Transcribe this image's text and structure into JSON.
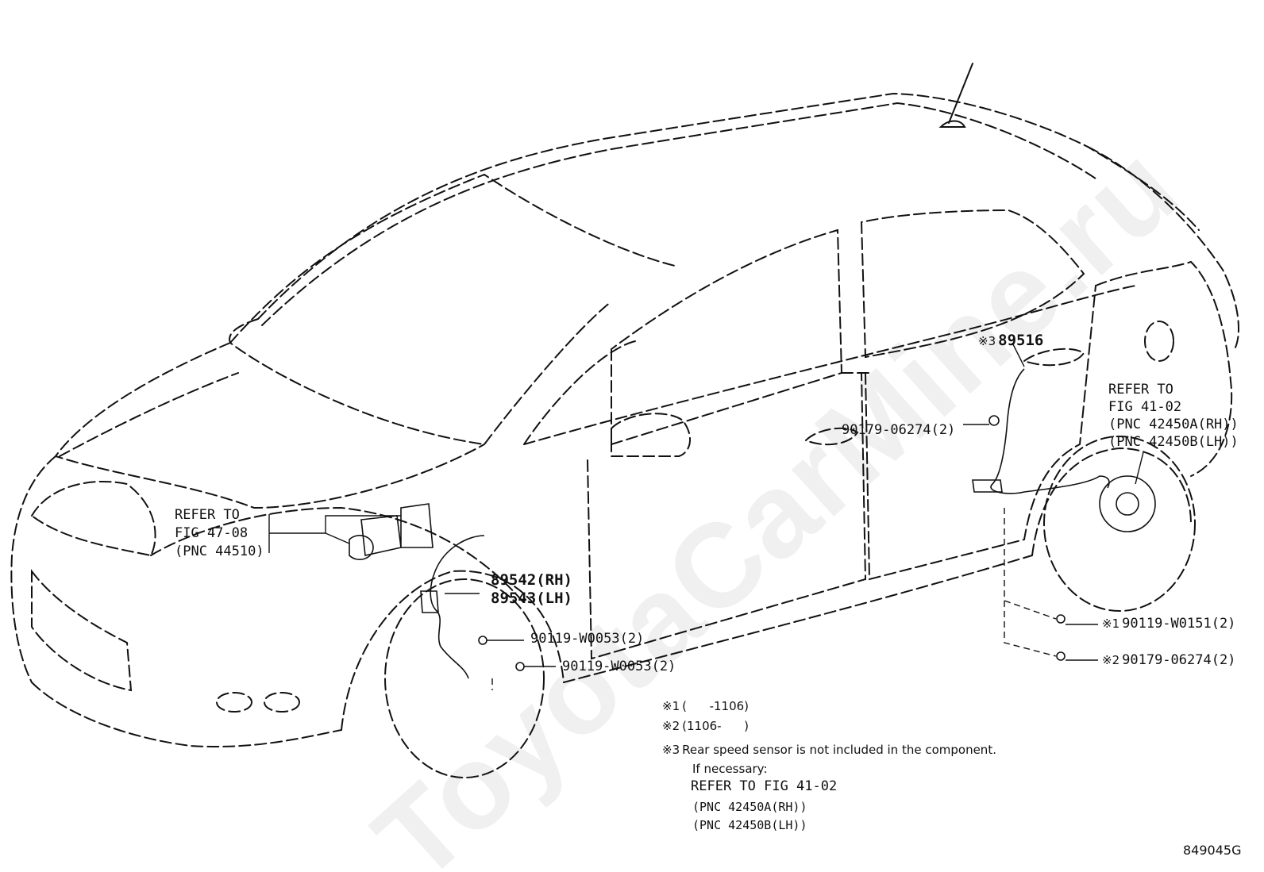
{
  "watermark": "ToyotaCarMine.ru",
  "figure_id": "849045G",
  "labels": {
    "refer_abs": [
      "REFER TO",
      "FIG 47-08",
      "(PNC 44510)"
    ],
    "front_sensor_rh": "89542(RH)",
    "front_sensor_lh": "89543(LH)",
    "bolt_front_1": "90119-W0053(2)",
    "bolt_front_2": "90119-W0053(2)",
    "rear_sensor_mark": "※3",
    "rear_sensor": "89516",
    "nut_rear": "90179-06274(2)",
    "refer_rear": [
      "REFER TO",
      "FIG 41-02",
      "(PNC 42450A(RH))",
      "(PNC 42450B(LH))"
    ],
    "bolt_rear_mark": "※1",
    "bolt_rear": "90119-W0151(2)",
    "nut_rear2_mark": "※2",
    "nut_rear2": "90179-06274(2)"
  },
  "notes": {
    "n1_mark": "※1",
    "n1_text": "(      -1106)",
    "n2_mark": "※2",
    "n2_text": "(1106-      )",
    "n3_mark": "※3",
    "n3_text": "Rear speed sensor is not included in the component.",
    "n3_sub": "If necessary:",
    "n3_refer": "REFER TO FIG 41-02",
    "n3_pnc_a": "(PNC 42450A(RH))",
    "n3_pnc_b": "(PNC 42450B(LH))"
  },
  "colors": {
    "line": "#111111",
    "watermark": "#bdbdbd"
  }
}
